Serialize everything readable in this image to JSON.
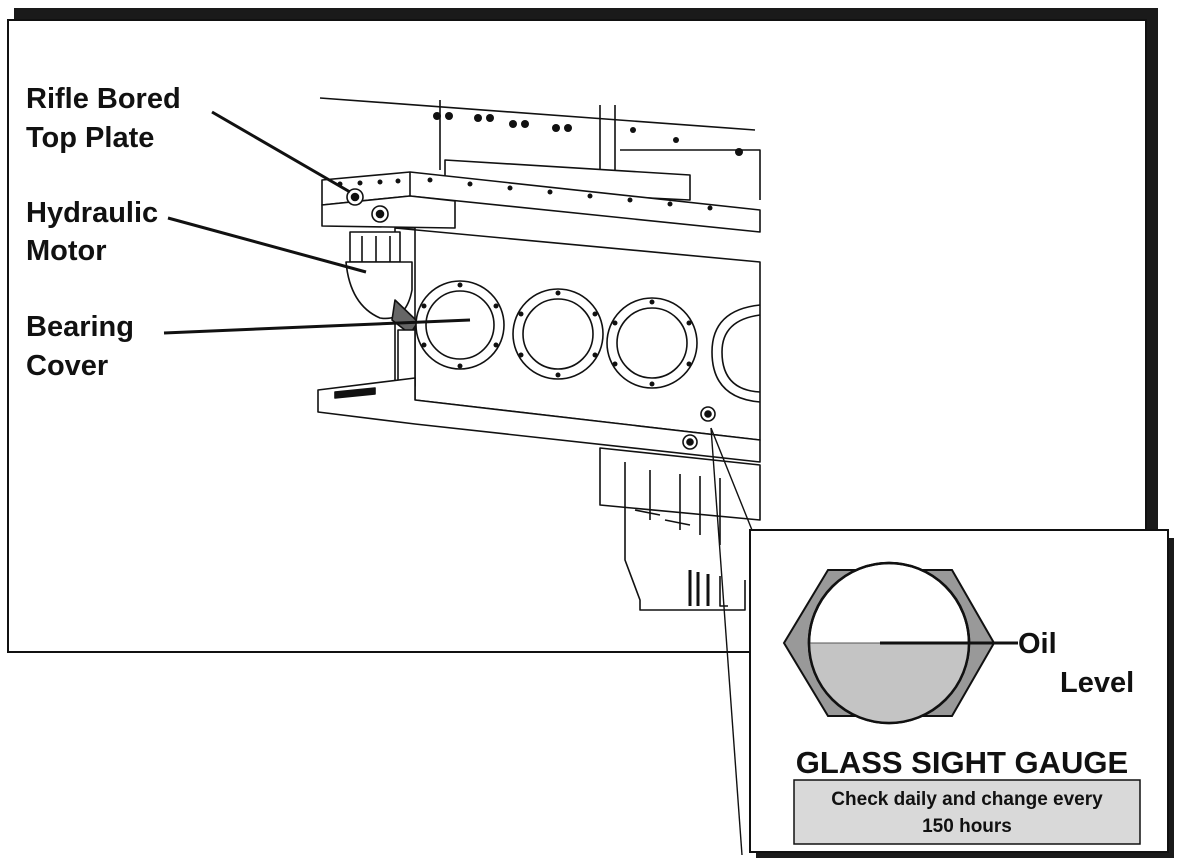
{
  "callouts": [
    {
      "id": "top-plate",
      "lines": [
        "Rifle Bored",
        "Top Plate"
      ]
    },
    {
      "id": "motor",
      "lines": [
        "Hydraulic",
        "Motor"
      ]
    },
    {
      "id": "bearing",
      "lines": [
        "Bearing",
        "Cover"
      ]
    }
  ],
  "inset": {
    "oil_label": [
      "Oil",
      "Level"
    ],
    "title": "GLASS SIGHT GAUGE",
    "note": [
      "Check daily and change every",
      "150 hours"
    ]
  },
  "colors": {
    "ink": "#111111",
    "metal": "#999999",
    "oil": "#c4c4c4",
    "note_bg": "#d9d9d9",
    "border_shadow": "#1a1a1a"
  }
}
